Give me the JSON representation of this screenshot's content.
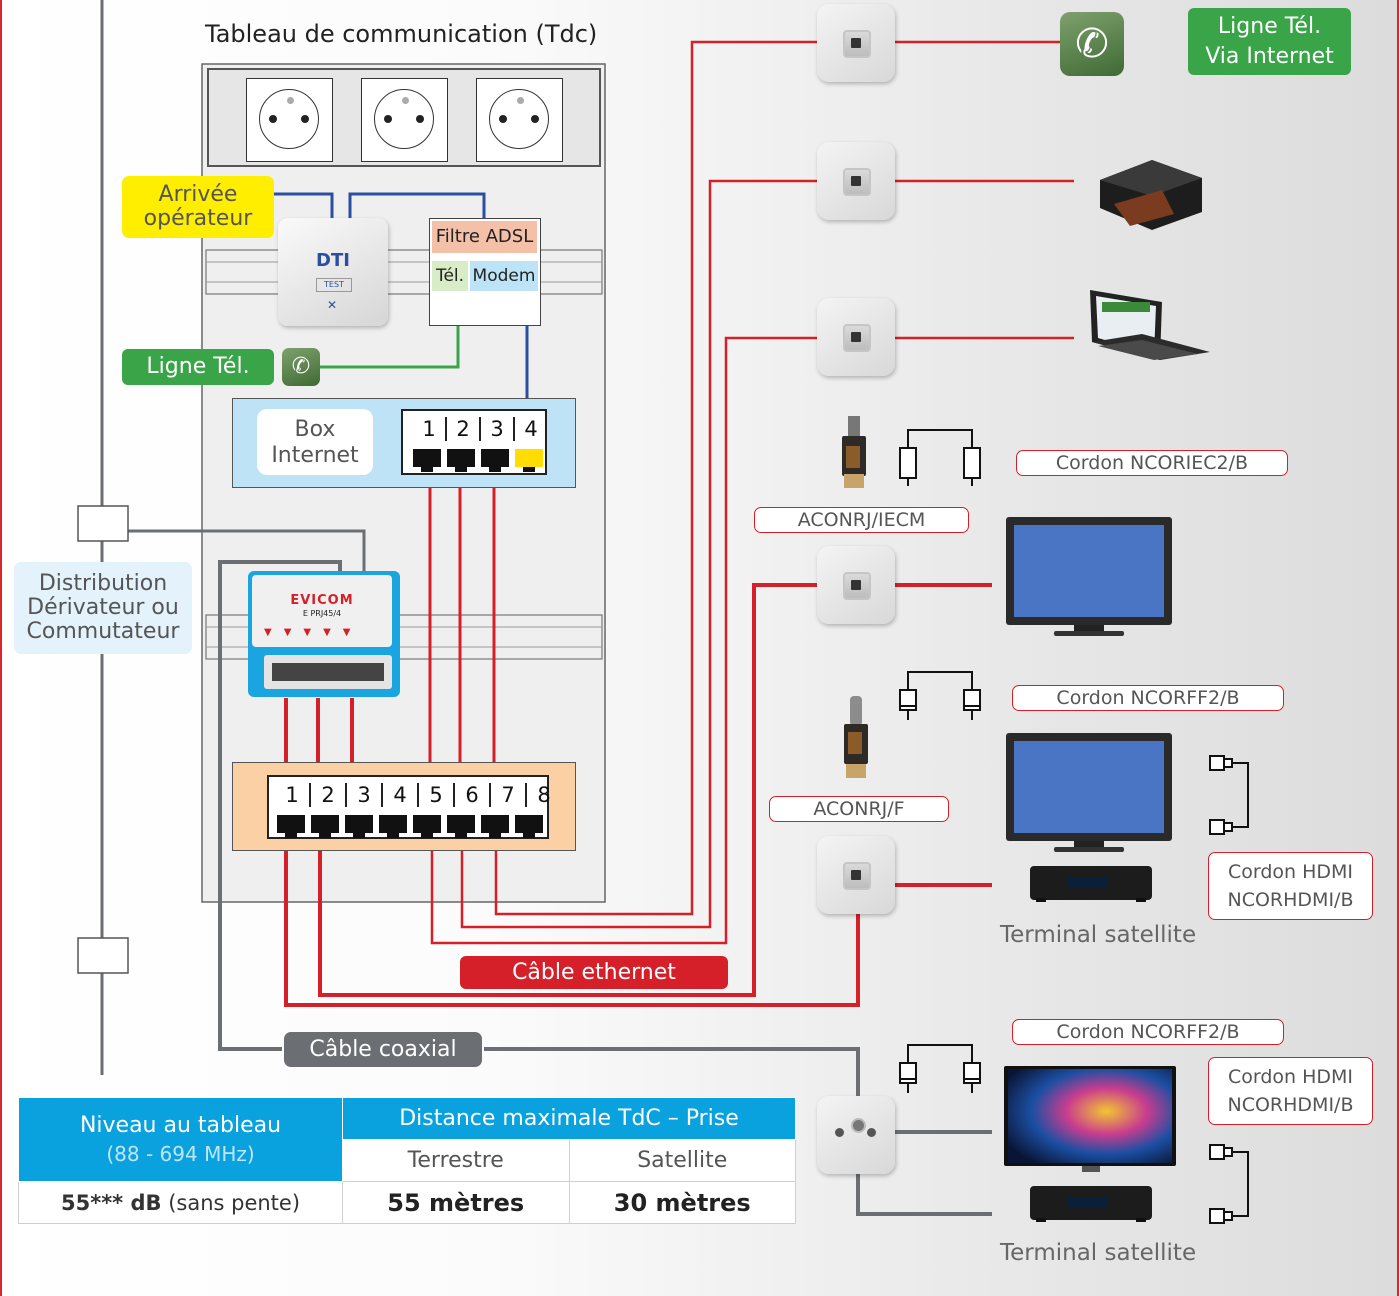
{
  "tdc_title": "Tableau de communication (Tdc)",
  "arrivee": "Arrivée\nopérateur",
  "dti": {
    "label": "DTI",
    "test": "TEST"
  },
  "filtre": {
    "title": "Filtre ADSL",
    "tel": "Tél.",
    "modem": "Modem"
  },
  "ligne_tel": "Ligne Tél.",
  "ligne_internet": "Ligne Tél.\nVia Internet",
  "box": {
    "label": "Box\nInternet",
    "ports": [
      "1",
      "2",
      "3",
      "4"
    ]
  },
  "distribution": "Distribution\nDérivateur ou\nCommutateur",
  "splitter_brand": "EVICOM",
  "splitter_model": "E PRJ45/4",
  "switch_ports": [
    "1",
    "2",
    "3",
    "4",
    "5",
    "6",
    "7",
    "8"
  ],
  "cordons": {
    "iec": "Cordon NCORIEC2/B",
    "aconrj_iecm": "ACONRJ/IECM",
    "ff2_1": "Cordon NCORFF2/B",
    "aconrj_f": "ACONRJ/F",
    "hdmi_1": "Cordon HDMI\nNCORHDMI/B",
    "ff2_2": "Cordon NCORFF2/B",
    "hdmi_2": "Cordon HDMI\nNCORHDMI/B"
  },
  "terminal_1": "Terminal satellite",
  "terminal_2": "Terminal satellite",
  "cable_ethernet": "Câble ethernet",
  "cable_coaxial": "Câble coaxial",
  "table": {
    "h1_line1": "Niveau au tableau",
    "h1_line2": "(88 - 694 MHz)",
    "h2": "Distance maximale TdC – Prise",
    "sub_terrestre": "Terrestre",
    "sub_satellite": "Satellite",
    "val_niveau_bold": "55*** dB",
    "val_niveau_rest": " (sans pente)",
    "val_terrestre": "55 mètres",
    "val_satellite": "30 mètres"
  },
  "colors": {
    "red": "#d52029",
    "green": "#3aa548",
    "blue": "#1ba5e0",
    "gray": "#6b6f73",
    "yellow": "#ffee00"
  }
}
